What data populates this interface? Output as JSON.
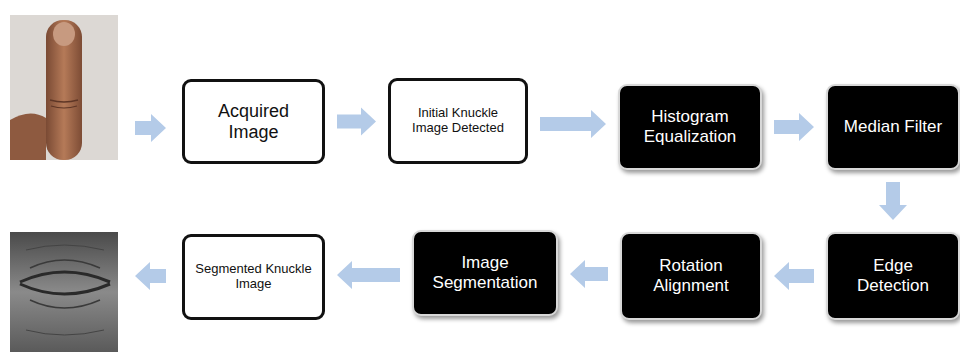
{
  "diagram": {
    "nodes": [
      {
        "text": [
          "Acquired Image"
        ]
      },
      {
        "text": [
          "Initial Knuckle Image Detected"
        ]
      },
      {
        "text": [
          "Histogram Equalization"
        ]
      },
      {
        "text": [
          "Median Filter"
        ]
      },
      {
        "text": [
          "Edge Detection"
        ]
      },
      {
        "text": [
          "Rotation Alignment"
        ]
      },
      {
        "text": [
          "Image Segmentation"
        ]
      },
      {
        "text": [
          "Segmented Knuckle Image"
        ]
      }
    ],
    "edges": [
      {
        "from": 0,
        "to": 1,
        "arrow": "to"
      },
      {
        "from": 1,
        "to": 2,
        "arrow": "to"
      },
      {
        "from": 2,
        "to": 3,
        "arrow": "to"
      },
      {
        "from": 3,
        "to": 4,
        "arrow": "to"
      },
      {
        "from": 4,
        "to": 5,
        "arrow": "to"
      },
      {
        "from": 5,
        "to": 6,
        "arrow": "to"
      },
      {
        "from": 6,
        "to": 7,
        "arrow": "to"
      }
    ]
  }
}
